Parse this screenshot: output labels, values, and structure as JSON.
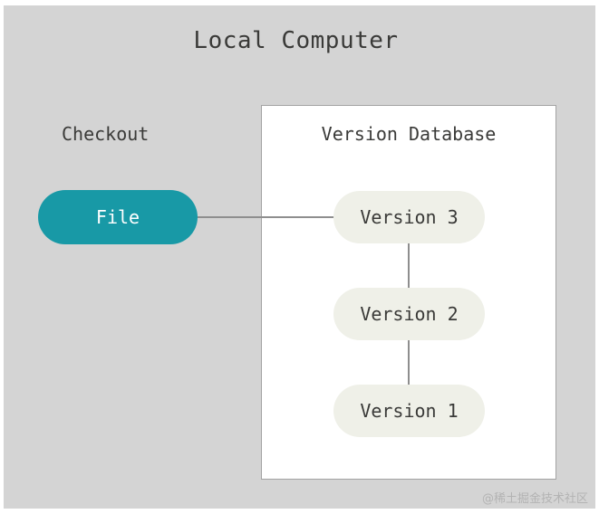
{
  "diagram": {
    "title": "Local Computer",
    "background_color": "#d4d4d4",
    "canvas_color": "#ffffff",
    "checkout_label": "Checkout",
    "version_database": {
      "title": "Version Database",
      "panel_color": "#ffffff",
      "border_color": "#a3a3a3",
      "versions": [
        {
          "label": "Version 3"
        },
        {
          "label": "Version 2"
        },
        {
          "label": "Version 1"
        }
      ],
      "node_color": "#eff0e8",
      "node_text_color": "#3a3a38"
    },
    "file_node": {
      "label": "File",
      "fill_color": "#1899a6",
      "text_color": "#ffffff"
    },
    "connector_color": "#8e8e8e",
    "text_color": "#3a3a38"
  },
  "watermark": {
    "text": "@稀土掘金技术社区"
  }
}
